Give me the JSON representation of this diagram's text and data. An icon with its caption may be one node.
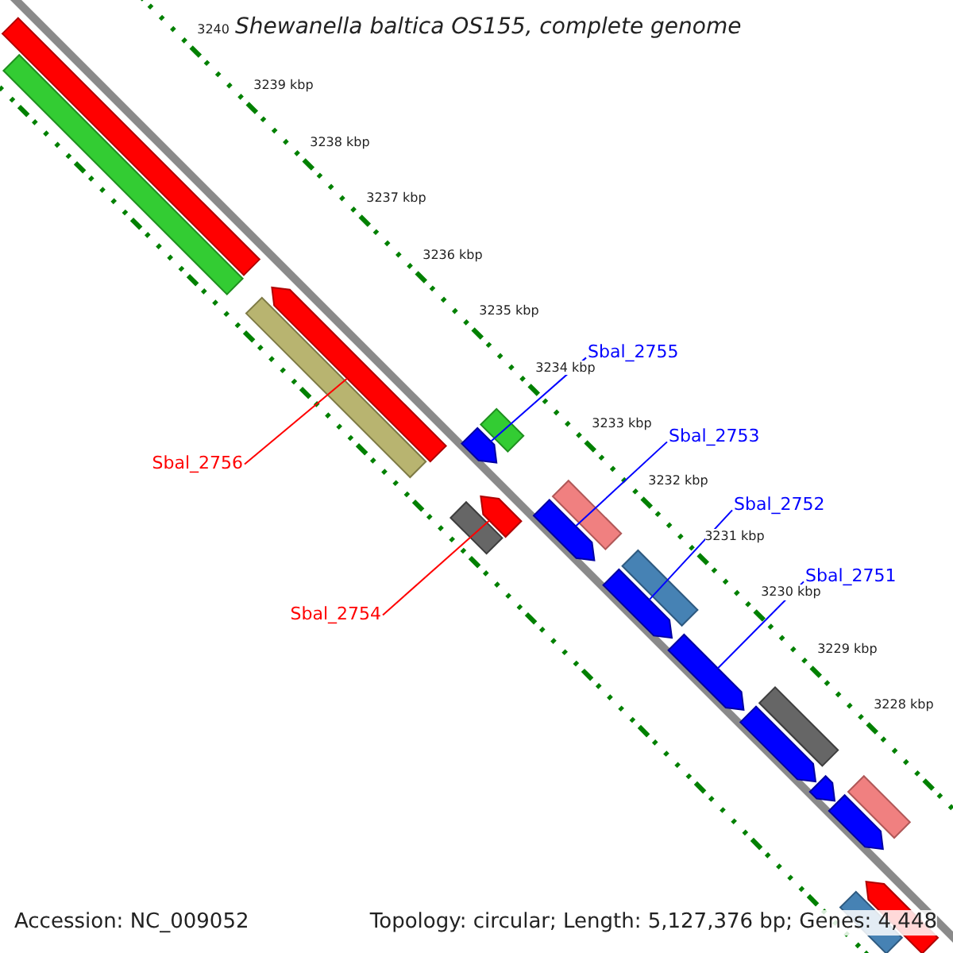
{
  "diagram": {
    "title": "Shewanella baltica OS155, complete genome",
    "nodes": [
      {
        "text": [
          "Sbal_2755"
        ]
      },
      {
        "text": [
          "Sbal_2753"
        ]
      },
      {
        "text": [
          "Sbal_2756"
        ]
      },
      {
        "text": [
          "Sbal_2752"
        ]
      },
      {
        "text": [
          "Sbal_2751"
        ]
      },
      {
        "text": [
          "Sbal_2754"
        ]
      },
      {
        "text": [],
        "shape": "bar"
      },
      {
        "text": [],
        "shape": "bar"
      },
      {
        "text": [],
        "shape": "arrow"
      },
      {
        "text": [],
        "shape": "bar"
      },
      {
        "text": [],
        "shape": "bar"
      },
      {
        "text": [],
        "shape": "arrow"
      },
      {
        "text": [],
        "shape": "bar"
      },
      {
        "text": [],
        "shape": "arrow"
      },
      {
        "text": [],
        "shape": "bar"
      },
      {
        "text": [],
        "shape": "arrow"
      },
      {
        "text": [],
        "shape": "bar"
      },
      {
        "text": [],
        "shape": "arrow"
      },
      {
        "text": [],
        "shape": "arrow"
      },
      {
        "text": [],
        "shape": "bar"
      },
      {
        "text": [],
        "shape": "arrow"
      },
      {
        "text": [],
        "shape": "arrow"
      },
      {
        "text": [],
        "shape": "bar"
      },
      {
        "text": [],
        "shape": "arrow"
      },
      {
        "text": [],
        "shape": "arrow"
      },
      {
        "text": [],
        "shape": "bar"
      }
    ],
    "edges": [
      {
        "from": 0,
        "to": 11,
        "arrow": "none"
      },
      {
        "from": 1,
        "to": 15,
        "arrow": "none"
      },
      {
        "from": 2,
        "to": 8,
        "arrow": "none",
        "color": "#ff0000"
      },
      {
        "from": 3,
        "to": 17,
        "arrow": "none"
      },
      {
        "from": 4,
        "to": 18,
        "arrow": "none"
      },
      {
        "from": 5,
        "to": 13,
        "arrow": "none",
        "color": "#ff0000"
      }
    ],
    "labels": [
      "3240",
      "3239 kbp",
      "3238 kbp",
      "3237 kbp",
      "3236 kbp",
      "3235 kbp",
      "3234 kbp",
      "3233 kbp",
      "3232 kbp",
      "3231 kbp",
      "3230 kbp",
      "3229 kbp",
      "3228 kbp",
      "Accession: NC_009052",
      "Topology: circular; Length: 5,127,376 bp; Genes: 4,448"
    ]
  }
}
